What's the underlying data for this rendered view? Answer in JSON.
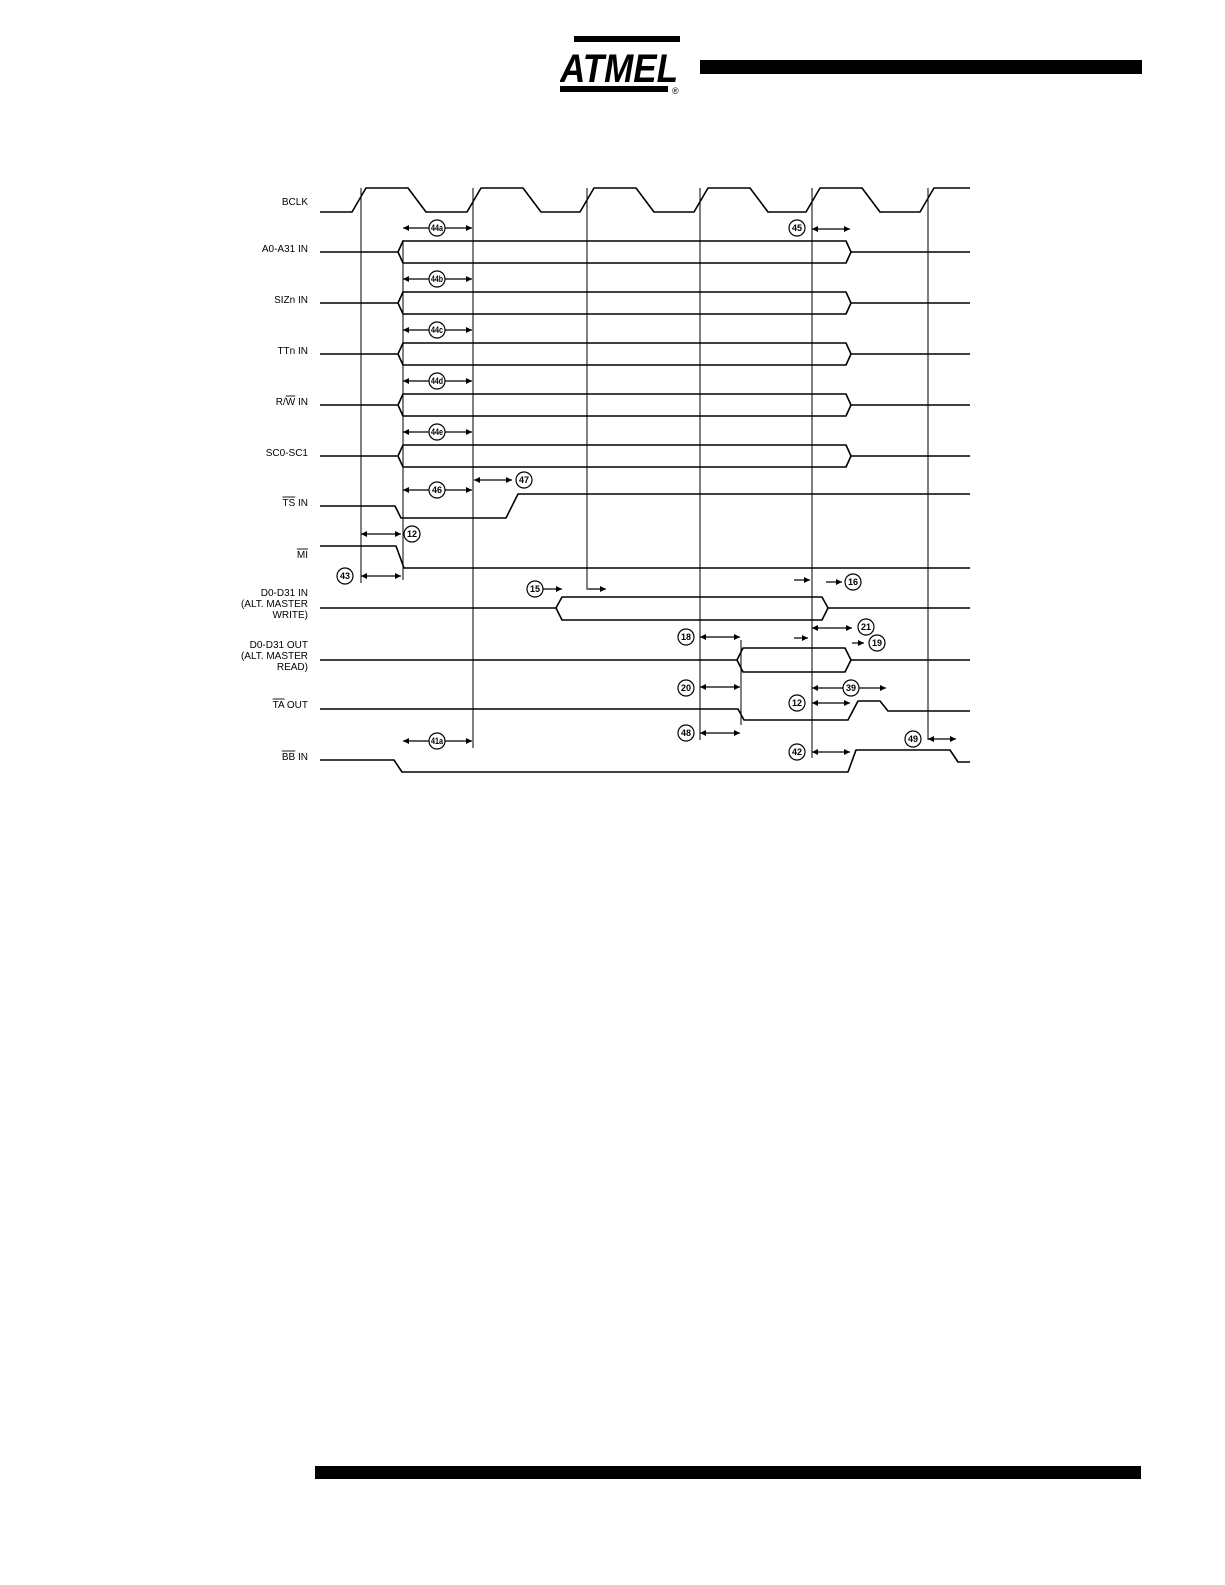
{
  "header": {
    "logo_text": "ATMEL",
    "logo_registered": "®"
  },
  "signals": [
    {
      "id": "bclk",
      "label_lines": [
        "BCLK"
      ],
      "overline": ""
    },
    {
      "id": "addr",
      "label_lines": [
        "A0-A31 IN"
      ],
      "overline": ""
    },
    {
      "id": "siz",
      "label_lines": [
        "SIZn IN"
      ],
      "overline": ""
    },
    {
      "id": "tt",
      "label_lines": [
        "TTn IN"
      ],
      "overline": ""
    },
    {
      "id": "rw",
      "label_lines": [
        "R/W IN"
      ],
      "overline": "W"
    },
    {
      "id": "sc",
      "label_lines": [
        "SC0-SC1"
      ],
      "overline": ""
    },
    {
      "id": "ts",
      "label_lines": [
        "TS IN"
      ],
      "overline": "TS"
    },
    {
      "id": "mi",
      "label_lines": [
        "MI"
      ],
      "overline": "MI"
    },
    {
      "id": "dinw",
      "label_lines": [
        "D0-D31 IN",
        "(ALT. MASTER",
        "WRITE)"
      ],
      "overline": ""
    },
    {
      "id": "doutr",
      "label_lines": [
        "D0-D31 OUT",
        "(ALT. MASTER",
        "READ)"
      ],
      "overline": ""
    },
    {
      "id": "ta",
      "label_lines": [
        "TA OUT"
      ],
      "overline": "TA"
    },
    {
      "id": "bb",
      "label_lines": [
        "BB IN"
      ],
      "overline": "BB"
    }
  ],
  "callouts": [
    "44a",
    "44b",
    "44c",
    "44d",
    "44e",
    "45",
    "46",
    "47",
    "12",
    "43",
    "15",
    "16",
    "21",
    "19",
    "18",
    "20",
    "39",
    "12",
    "48",
    "42",
    "41a",
    "49"
  ]
}
